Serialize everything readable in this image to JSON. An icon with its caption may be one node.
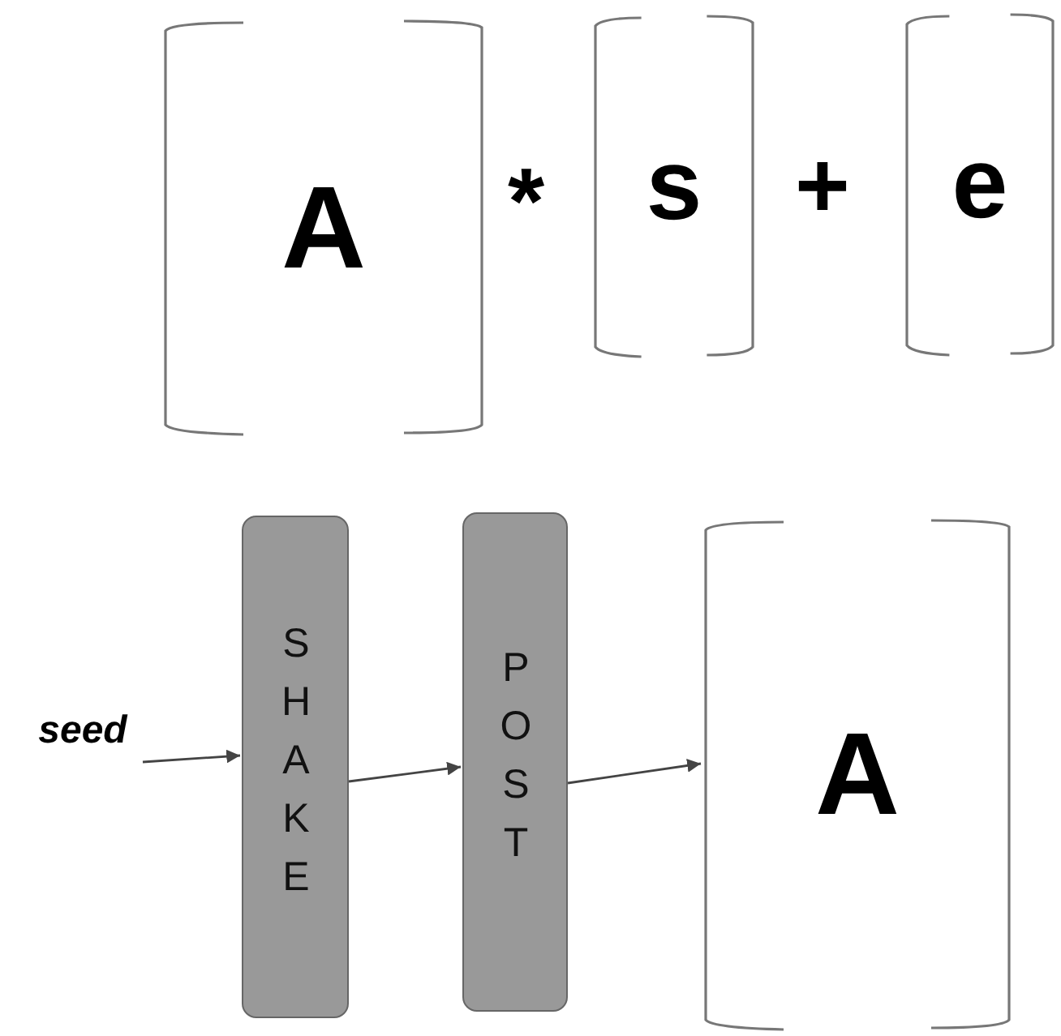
{
  "diagram": {
    "nodes": [
      {
        "text": [
          "A"
        ]
      },
      {
        "text": [
          "s"
        ]
      },
      {
        "text": [
          "e"
        ]
      },
      {
        "text": [
          "seed"
        ]
      },
      {
        "text": [
          "SHAKE"
        ]
      },
      {
        "text": [
          "POST"
        ]
      },
      {
        "text": [
          "A"
        ]
      }
    ],
    "edges": [
      {
        "from": 3,
        "to": 4,
        "arrow": "to"
      },
      {
        "from": 4,
        "to": 5,
        "arrow": "to"
      },
      {
        "from": 5,
        "to": 6,
        "arrow": "to"
      }
    ],
    "labels": [
      "*",
      "+"
    ]
  }
}
